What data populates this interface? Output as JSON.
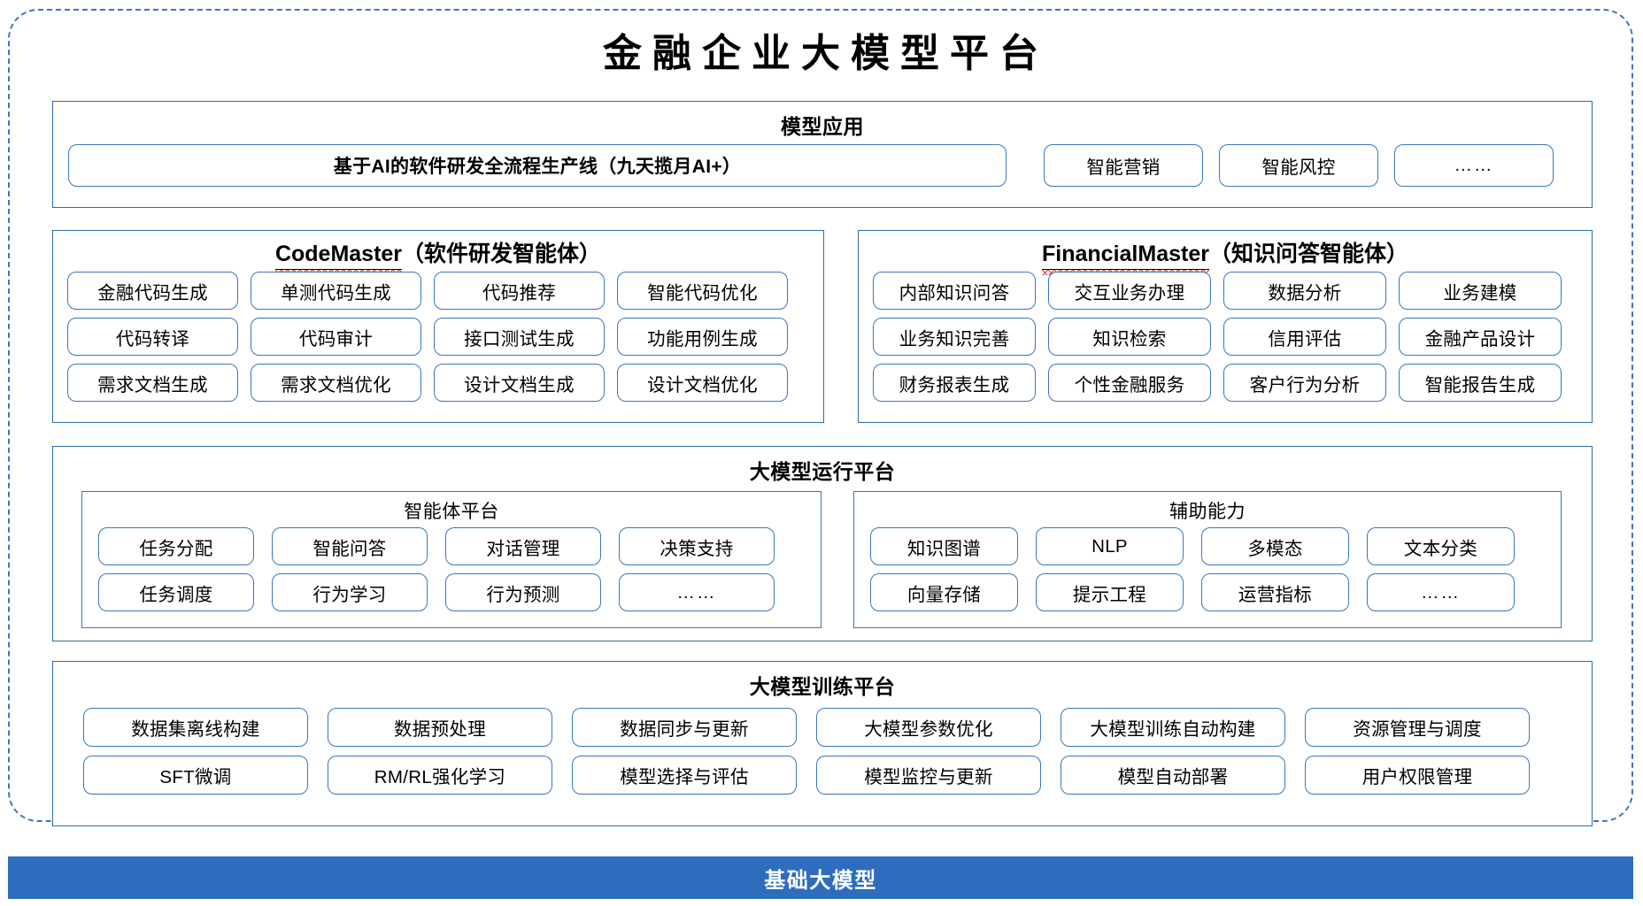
{
  "title": "金融企业大模型平台",
  "colors": {
    "outer_border": "#4472C4",
    "panel_border": "#2E6DA4",
    "pill_border": "#3A76BE",
    "base_bar_bg": "#2E6DBE",
    "base_bar_text": "#FFFFFF",
    "spellcheck_squiggle": "#E03A2F"
  },
  "sections": {
    "app": {
      "title": "模型应用",
      "main_pill": "基于AI的软件研发全流程生产线（九天揽月AI+）",
      "items": [
        "智能营销",
        "智能风控",
        "……"
      ]
    },
    "code_master": {
      "name": "CodeMaster",
      "suffix": "（软件研发智能体）",
      "rows": [
        [
          "金融代码生成",
          "单测代码生成",
          "代码推荐",
          "智能代码优化"
        ],
        [
          "代码转译",
          "代码审计",
          "接口测试生成",
          "功能用例生成"
        ],
        [
          "需求文档生成",
          "需求文档优化",
          "设计文档生成",
          "设计文档优化"
        ]
      ]
    },
    "financial_master": {
      "name": "FinancialMaster",
      "suffix": "（知识问答智能体）",
      "rows": [
        [
          "内部知识问答",
          "交互业务办理",
          "数据分析",
          "业务建模"
        ],
        [
          "业务知识完善",
          "知识检索",
          "信用评估",
          "金融产品设计"
        ],
        [
          "财务报表生成",
          "个性金融服务",
          "客户行为分析",
          "智能报告生成"
        ]
      ]
    },
    "runtime": {
      "title": "大模型运行平台",
      "agent_platform": {
        "title": "智能体平台",
        "rows": [
          [
            "任务分配",
            "智能问答",
            "对话管理",
            "决策支持"
          ],
          [
            "任务调度",
            "行为学习",
            "行为预测",
            "……"
          ]
        ]
      },
      "auxiliary": {
        "title": "辅助能力",
        "rows": [
          [
            "知识图谱",
            "NLP",
            "多模态",
            "文本分类"
          ],
          [
            "向量存储",
            "提示工程",
            "运营指标",
            "……"
          ]
        ]
      }
    },
    "training": {
      "title": "大模型训练平台",
      "rows": [
        [
          "数据集离线构建",
          "数据预处理",
          "数据同步与更新",
          "大模型参数优化",
          "大模型训练自动构建",
          "资源管理与调度"
        ],
        [
          "SFT微调",
          "RM/RL强化学习",
          "模型选择与评估",
          "模型监控与更新",
          "模型自动部署",
          "用户权限管理"
        ]
      ]
    }
  },
  "base_bar": {
    "label": "基础大模型"
  }
}
